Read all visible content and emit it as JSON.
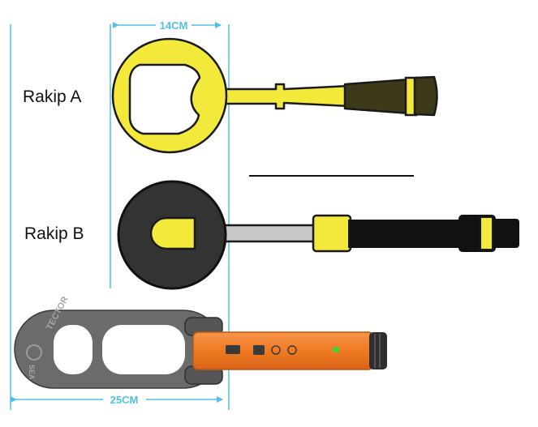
{
  "dimensions": {
    "top_width": "14CM",
    "bottom_width": "25CM"
  },
  "rivals": {
    "a_label": "Rakip A",
    "b_label": "Rakip B"
  },
  "product_brand_text": "TECTOR",
  "product_brand_mark": "SEA",
  "colors": {
    "guide_line": "#4fc1e8",
    "yellow": "#f2e93a",
    "dark_handle": "#3d3a1a",
    "disc_dark": "#333333",
    "shaft_grey": "#c8c8c8",
    "orange": "#f07820",
    "frame_grey": "#6b6b6b"
  }
}
